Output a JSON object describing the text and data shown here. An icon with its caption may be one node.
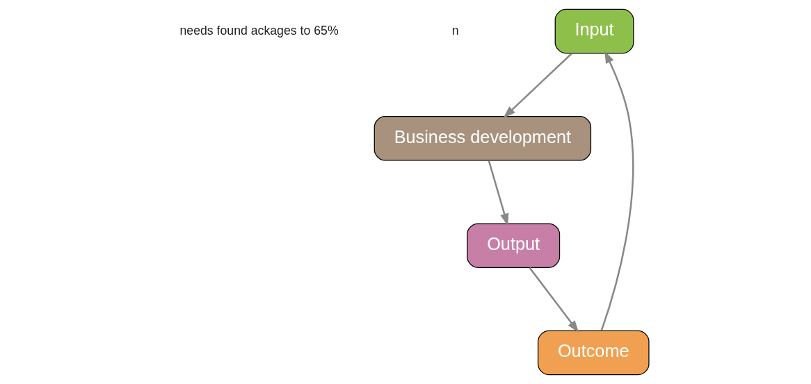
{
  "diagram": {
    "nodes": [
      {
        "text": [
          "Input"
        ]
      },
      {
        "text": [
          "Output"
        ]
      },
      {
        "text": [
          "Business development"
        ]
      },
      {
        "text": [
          "Outcome"
        ]
      }
    ],
    "edges": [
      {
        "from": 0,
        "to": 2,
        "arrow": "to"
      },
      {
        "from": 2,
        "to": 1,
        "arrow": "to"
      },
      {
        "from": 1,
        "to": 3,
        "arrow": "to"
      },
      {
        "from": 3,
        "to": 0,
        "arrow": "to"
      }
    ],
    "labels": [
      "needs found ackages to 65%",
      "n"
    ]
  }
}
